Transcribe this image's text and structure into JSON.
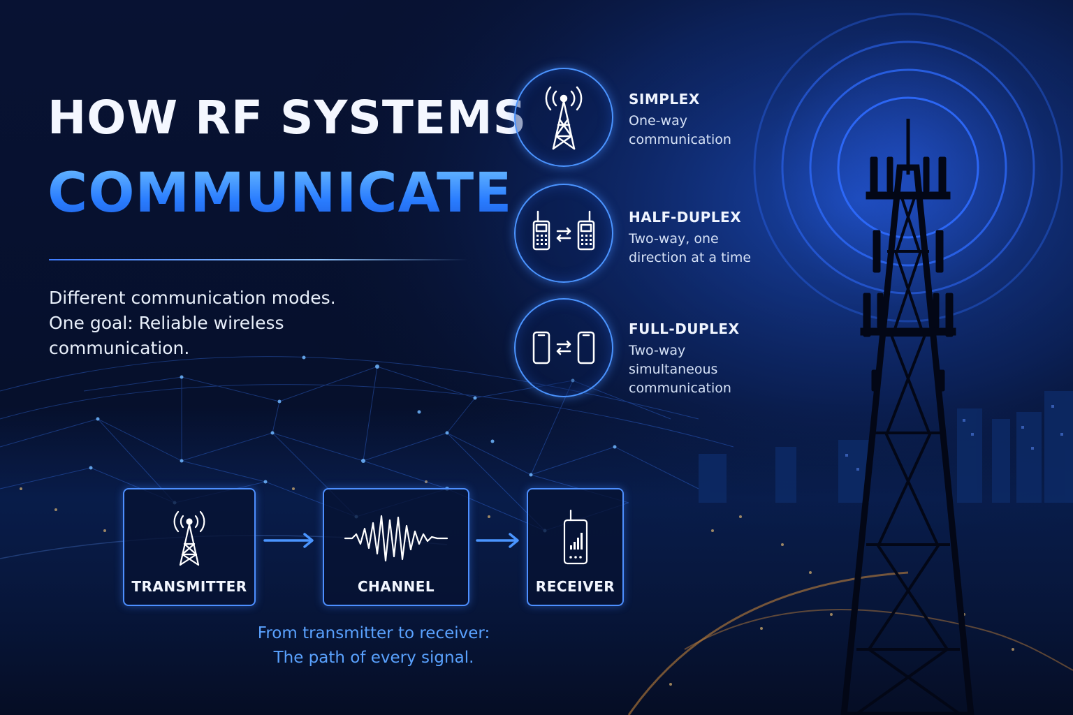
{
  "headline": {
    "line1": "HOW RF SYSTEMS",
    "line2": "COMMUNICATE"
  },
  "intro": {
    "line1": "Different communication modes.",
    "line2": "One goal: Reliable wireless",
    "line3": "communication."
  },
  "modes": [
    {
      "title": "SIMPLEX",
      "desc1": "One-way",
      "desc2": "communication",
      "desc3": "",
      "icon": "antenna-tower-icon"
    },
    {
      "title": "HALF-DUPLEX",
      "desc1": "Two-way, one",
      "desc2": "direction at a time",
      "desc3": "",
      "icon": "walkie-talkie-exchange-icon"
    },
    {
      "title": "FULL-DUPLEX",
      "desc1": "Two-way",
      "desc2": "simultaneous",
      "desc3": "communication",
      "icon": "smartphone-exchange-icon"
    }
  ],
  "flow": [
    {
      "label": "TRANSMITTER",
      "icon": "transmitter-tower-icon"
    },
    {
      "label": "CHANNEL",
      "icon": "waveform-icon"
    },
    {
      "label": "RECEIVER",
      "icon": "receiver-device-icon"
    }
  ],
  "caption": {
    "line1": "From transmitter to receiver:",
    "line2": "The path of every signal."
  },
  "colors": {
    "accent": "#2e8cff",
    "background": "#050b1f",
    "caption": "#5aa2ff"
  }
}
